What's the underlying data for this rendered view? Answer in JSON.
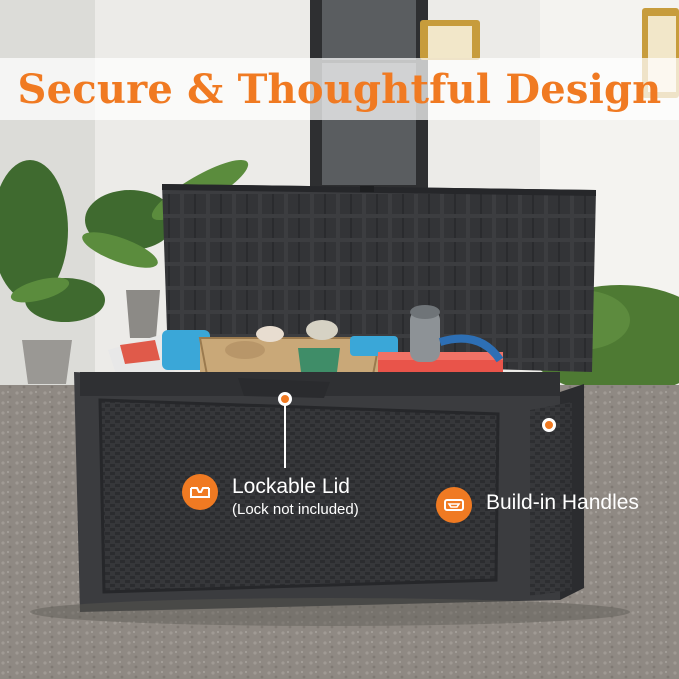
{
  "headline": "Secure & Thoughtful Design",
  "callouts": {
    "lid": {
      "title": "Lockable Lid",
      "subtitle": "(Lock not included)",
      "icon": "lid-icon"
    },
    "handles": {
      "title": "Build-in Handles",
      "icon": "handle-icon"
    }
  },
  "colors": {
    "accent": "#f07a22",
    "box": "#3a3b3d",
    "box_dark": "#2a2b2d",
    "wall": "#eeeeec",
    "ground": "#8f8a84"
  }
}
